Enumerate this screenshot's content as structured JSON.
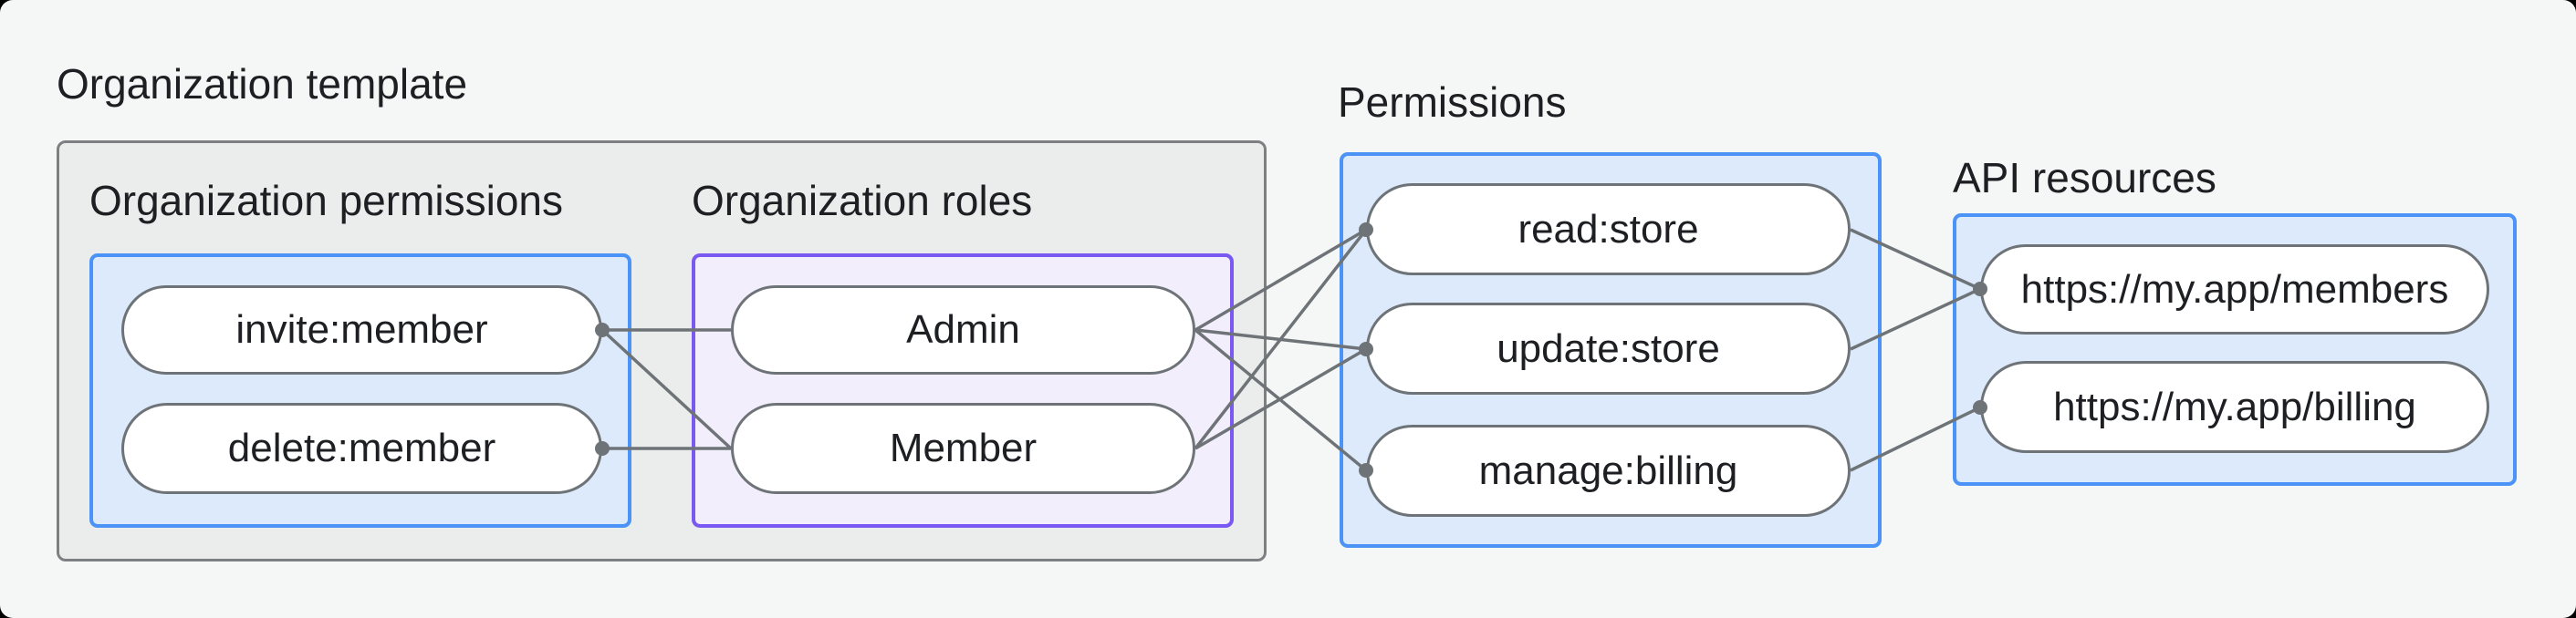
{
  "diagram": {
    "title": "Organization template",
    "groups": {
      "org_permissions": {
        "label": "Organization permissions"
      },
      "org_roles": {
        "label": "Organization roles"
      },
      "permissions": {
        "label": "Permissions"
      },
      "api_resources": {
        "label": "API resources"
      }
    },
    "nodes": {
      "invite": "invite:member",
      "delete": "delete:member",
      "admin": "Admin",
      "member": "Member",
      "read": "read:store",
      "update": "update:store",
      "manage": "manage:billing",
      "members_api": "https://my.app/members",
      "billing_api": "https://my.app/billing"
    },
    "edges": [
      [
        "invite",
        "admin"
      ],
      [
        "invite",
        "member"
      ],
      [
        "delete",
        "member"
      ],
      [
        "admin",
        "read"
      ],
      [
        "admin",
        "update"
      ],
      [
        "admin",
        "manage"
      ],
      [
        "member",
        "read"
      ],
      [
        "member",
        "update"
      ],
      [
        "read",
        "members_api"
      ],
      [
        "update",
        "members_api"
      ],
      [
        "manage",
        "billing_api"
      ]
    ],
    "colors": {
      "background": "#f5f7f6",
      "template_fill": "#ebedec",
      "template_border": "#7c8083",
      "blue_fill": "#ddeafb",
      "blue_border": "#4b93f7",
      "purple_fill": "#f3eefc",
      "purple_border": "#7a58f2",
      "node_fill": "#ffffff",
      "node_border": "#6e7377",
      "edge": "#6e7377",
      "text": "#1d1f23"
    }
  }
}
